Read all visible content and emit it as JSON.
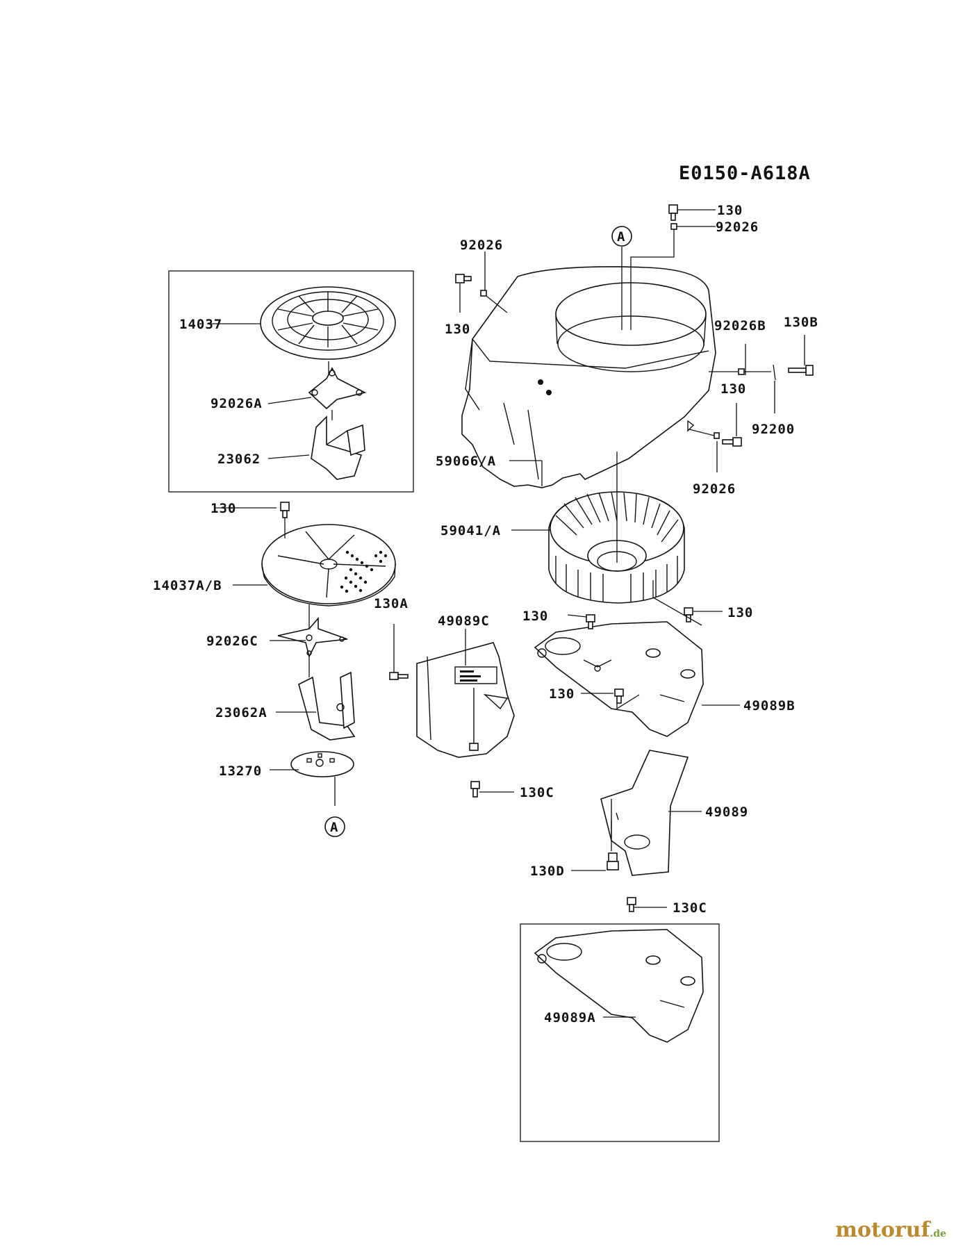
{
  "diagram_code": "E0150-A618A",
  "ref_markers": {
    "top": "A",
    "bottom": "A"
  },
  "labels": {
    "p130_top": "130",
    "p92026_top": "92026",
    "p92026_left": "92026",
    "p130_left": "130",
    "p14037": "14037",
    "p92026A": "92026A",
    "p23062": "23062",
    "p92026B": "92026B",
    "p130B": "130B",
    "p130_right": "130",
    "p92200": "92200",
    "p59066": "59066/A",
    "p92026_right": "92026",
    "p130_mid": "130",
    "p59041": "59041/A",
    "p14037AB": "14037A/B",
    "p49089C": "49089C",
    "p130A": "130A",
    "p130_shroud_l": "130",
    "p130_shroud_r": "130",
    "p92026C": "92026C",
    "p130_lower": "130",
    "p49089B": "49089B",
    "p23062A": "23062A",
    "p13270": "13270",
    "p130C_a": "130C",
    "p49089": "49089",
    "p130D": "130D",
    "p130C_b": "130C",
    "p49089A": "49089A"
  },
  "watermark": {
    "brand": "motoruf",
    "tld": ".de"
  }
}
